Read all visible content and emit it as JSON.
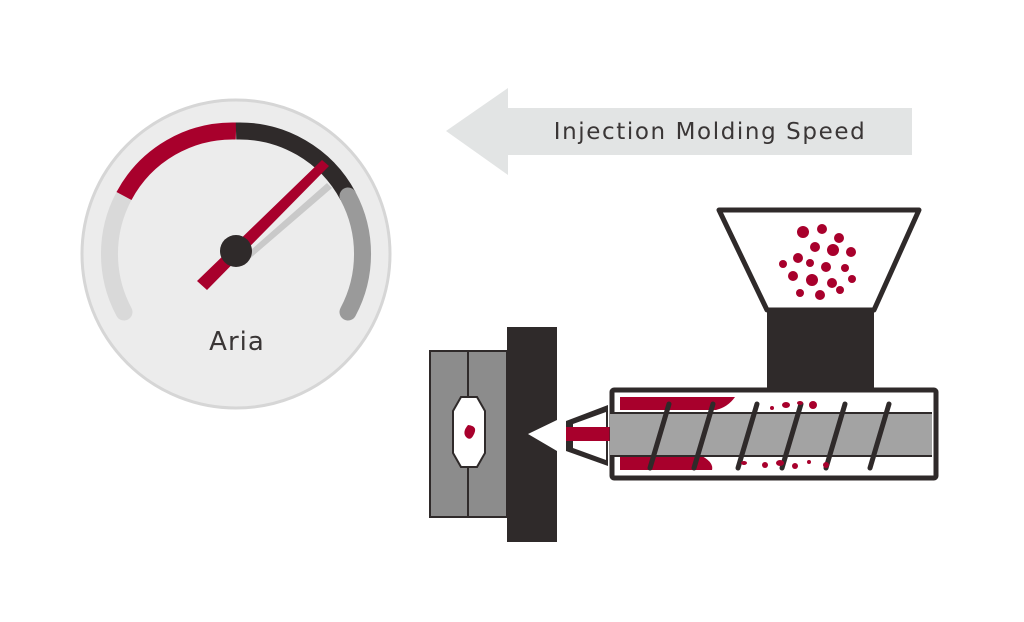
{
  "gauge": {
    "label": "Aria",
    "colors": {
      "face": "#ececec",
      "rim": "#d6d6d6",
      "low": "#d9d9d9",
      "accent": "#a8002c",
      "dark": "#2f2a2a",
      "high": "#9a9a9a",
      "hub": "#2f2a2a"
    }
  },
  "arrow": {
    "label": "Injection Molding Speed",
    "direction": "left",
    "color": "#e2e4e4"
  },
  "machine": {
    "colors": {
      "outline": "#2f2a2a",
      "mold": "#8c8c8c",
      "screw": "#a3a3a3",
      "melt": "#a8002c",
      "background": "#ffffff"
    }
  }
}
